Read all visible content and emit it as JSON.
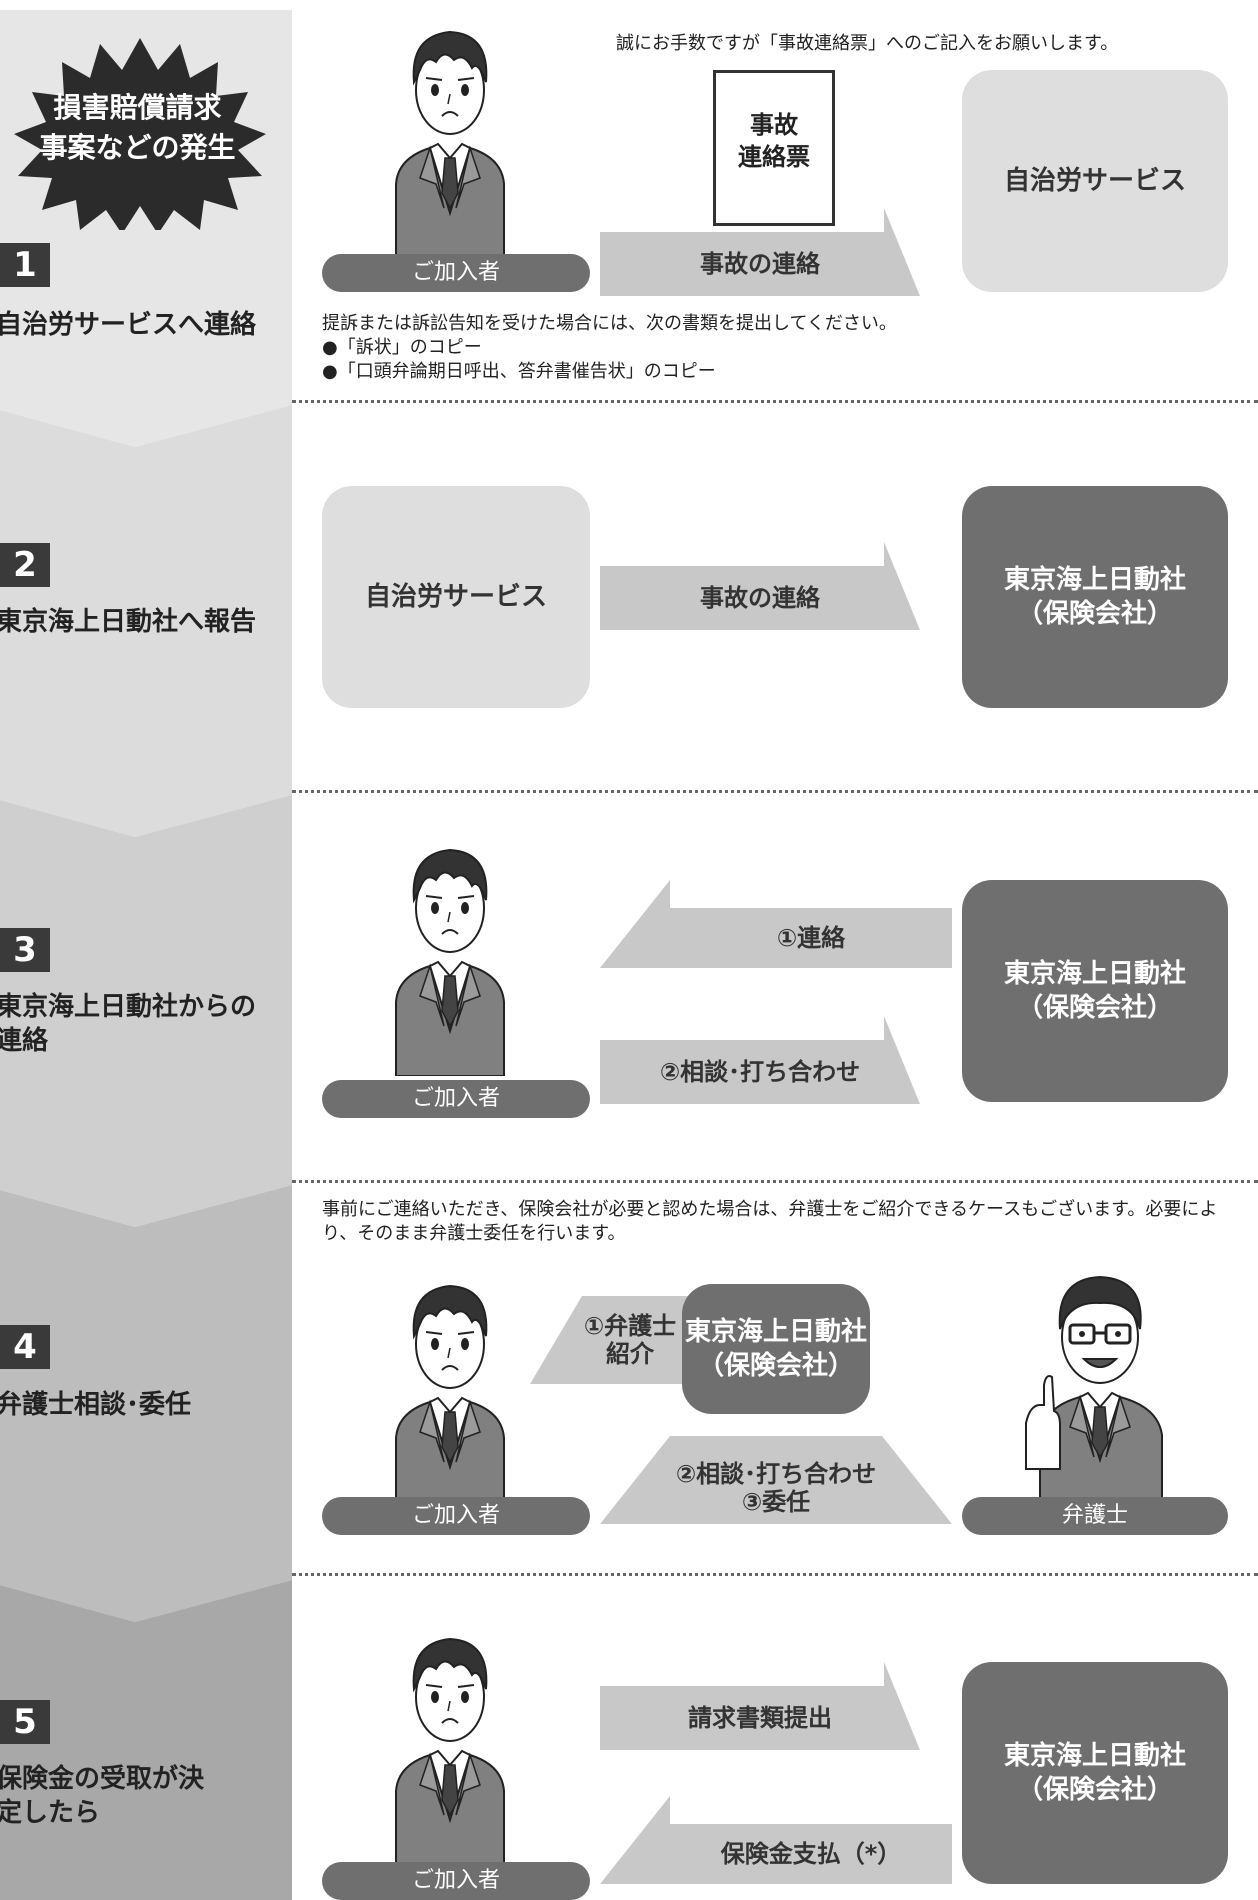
{
  "start_badge": {
    "line1": "損害賠償請求",
    "line2": "事案などの発生"
  },
  "steps": [
    {
      "num": "1",
      "title": "自治労サービスへ連絡"
    },
    {
      "num": "2",
      "title": "東京海上日動社へ報告"
    },
    {
      "num": "3",
      "title": "東京海上日動社からの連絡"
    },
    {
      "num": "4",
      "title": "弁護士相談･委任"
    },
    {
      "num": "5",
      "title": "保険金の受取が決定したら"
    }
  ],
  "s1": {
    "top_note": "誠にお手数ですが「事故連絡票」へのご記入をお願いします。",
    "form_doc": "事故\n連絡票",
    "member_label": "ご加入者",
    "arrow": "事故の連絡",
    "box": "自治労サービス",
    "notes": [
      "提訴または訴訟告知を受けた場合には、次の書類を提出してください。",
      "●「訴状」のコピー",
      "●「口頭弁論期日呼出、答弁書催告状」のコピー"
    ]
  },
  "s2": {
    "left_box": "自治労サービス",
    "arrow": "事故の連絡",
    "right_box": "東京海上日動社\n（保険会社）"
  },
  "s3": {
    "arrow1": "①連絡",
    "arrow2": "②相談･打ち合わせ",
    "right_box": "東京海上日動社\n（保険会社）",
    "member_label": "ご加入者"
  },
  "s4": {
    "note": "事前にご連絡いただき、保険会社が必要と認めた場合は、弁護士をご紹介できるケースもございます。必要により、そのまま弁護士委任を行います。",
    "arrow1": "①弁護士\n紹介",
    "center_box": "東京海上日動社\n（保険会社）",
    "arrow2": "②相談･打ち合わせ\n③委任",
    "member_label": "ご加入者",
    "lawyer_label": "弁護士"
  },
  "s5": {
    "arrow1": "請求書類提出",
    "arrow2": "保険金支払（*）",
    "right_box": "東京海上日動社\n（保険会社）",
    "member_label": "ご加入者"
  },
  "colors": {
    "light_box": "#dedede",
    "dark_box": "#6f6f6f",
    "arrow": "#c8c8c8",
    "sidebar1": "#e6e6e6",
    "sidebar5": "#a8a8a8"
  },
  "icons": [
    "person-icon",
    "lawyer-icon",
    "document-icon",
    "starburst-icon"
  ]
}
